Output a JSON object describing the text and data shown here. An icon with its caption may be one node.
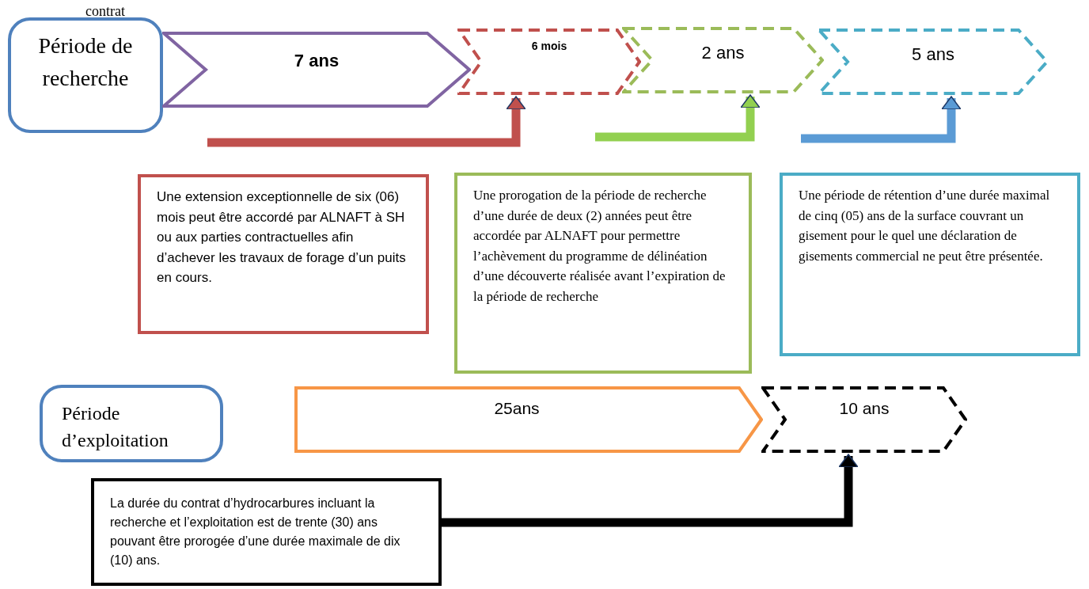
{
  "diagram": {
    "nodes": [
      {
        "text": [
          "Période de recherche"
        ],
        "beside": [
          "contrat"
        ]
      },
      {
        "text": [
          "7 ans"
        ]
      },
      {
        "text": [
          "6 mois"
        ]
      },
      {
        "text": [
          "2 ans"
        ]
      },
      {
        "text": [
          "5 ans"
        ]
      },
      {
        "text": [
          "Une extension exceptionnelle de six (06) mois peut être accordé par ALNAFT  à SH ou aux parties contractuelles  afin d’achever les travaux de forage d’un puits en cours."
        ]
      },
      {
        "text": [
          "Une prorogation de la période de recherche d’une durée de deux (2) années peut être accordée par ALNAFT pour permettre l’achèvement du programme de délinéation d’une découverte réalisée avant l’expiration de la période de recherche"
        ]
      },
      {
        "text": [
          "Une période de rétention d’une durée maximal de cinq (05) ans de la surface couvrant un gisement pour le quel une déclaration de gisements commercial ne peut être présentée."
        ]
      },
      {
        "text": [
          "Période d’exploitation"
        ]
      },
      {
        "text": [
          "25ans"
        ]
      },
      {
        "text": [
          "10 ans"
        ]
      },
      {
        "text": [
          "La durée du contrat d’hydrocarbures incluant la recherche et l’exploitation est de trente (30) ans pouvant être prorogée d’une durée maximale de dix (10) ans."
        ]
      }
    ],
    "edges": [
      {
        "from": null,
        "to": 2,
        "arrow": "to",
        "color": "#c0504d"
      },
      {
        "from": null,
        "to": 3,
        "arrow": "to",
        "color": "#92d050"
      },
      {
        "from": null,
        "to": 4,
        "arrow": "to",
        "color": "#5b9bd5"
      },
      {
        "from": 11,
        "to": 10,
        "arrow": "to",
        "color": "#000000"
      }
    ]
  }
}
